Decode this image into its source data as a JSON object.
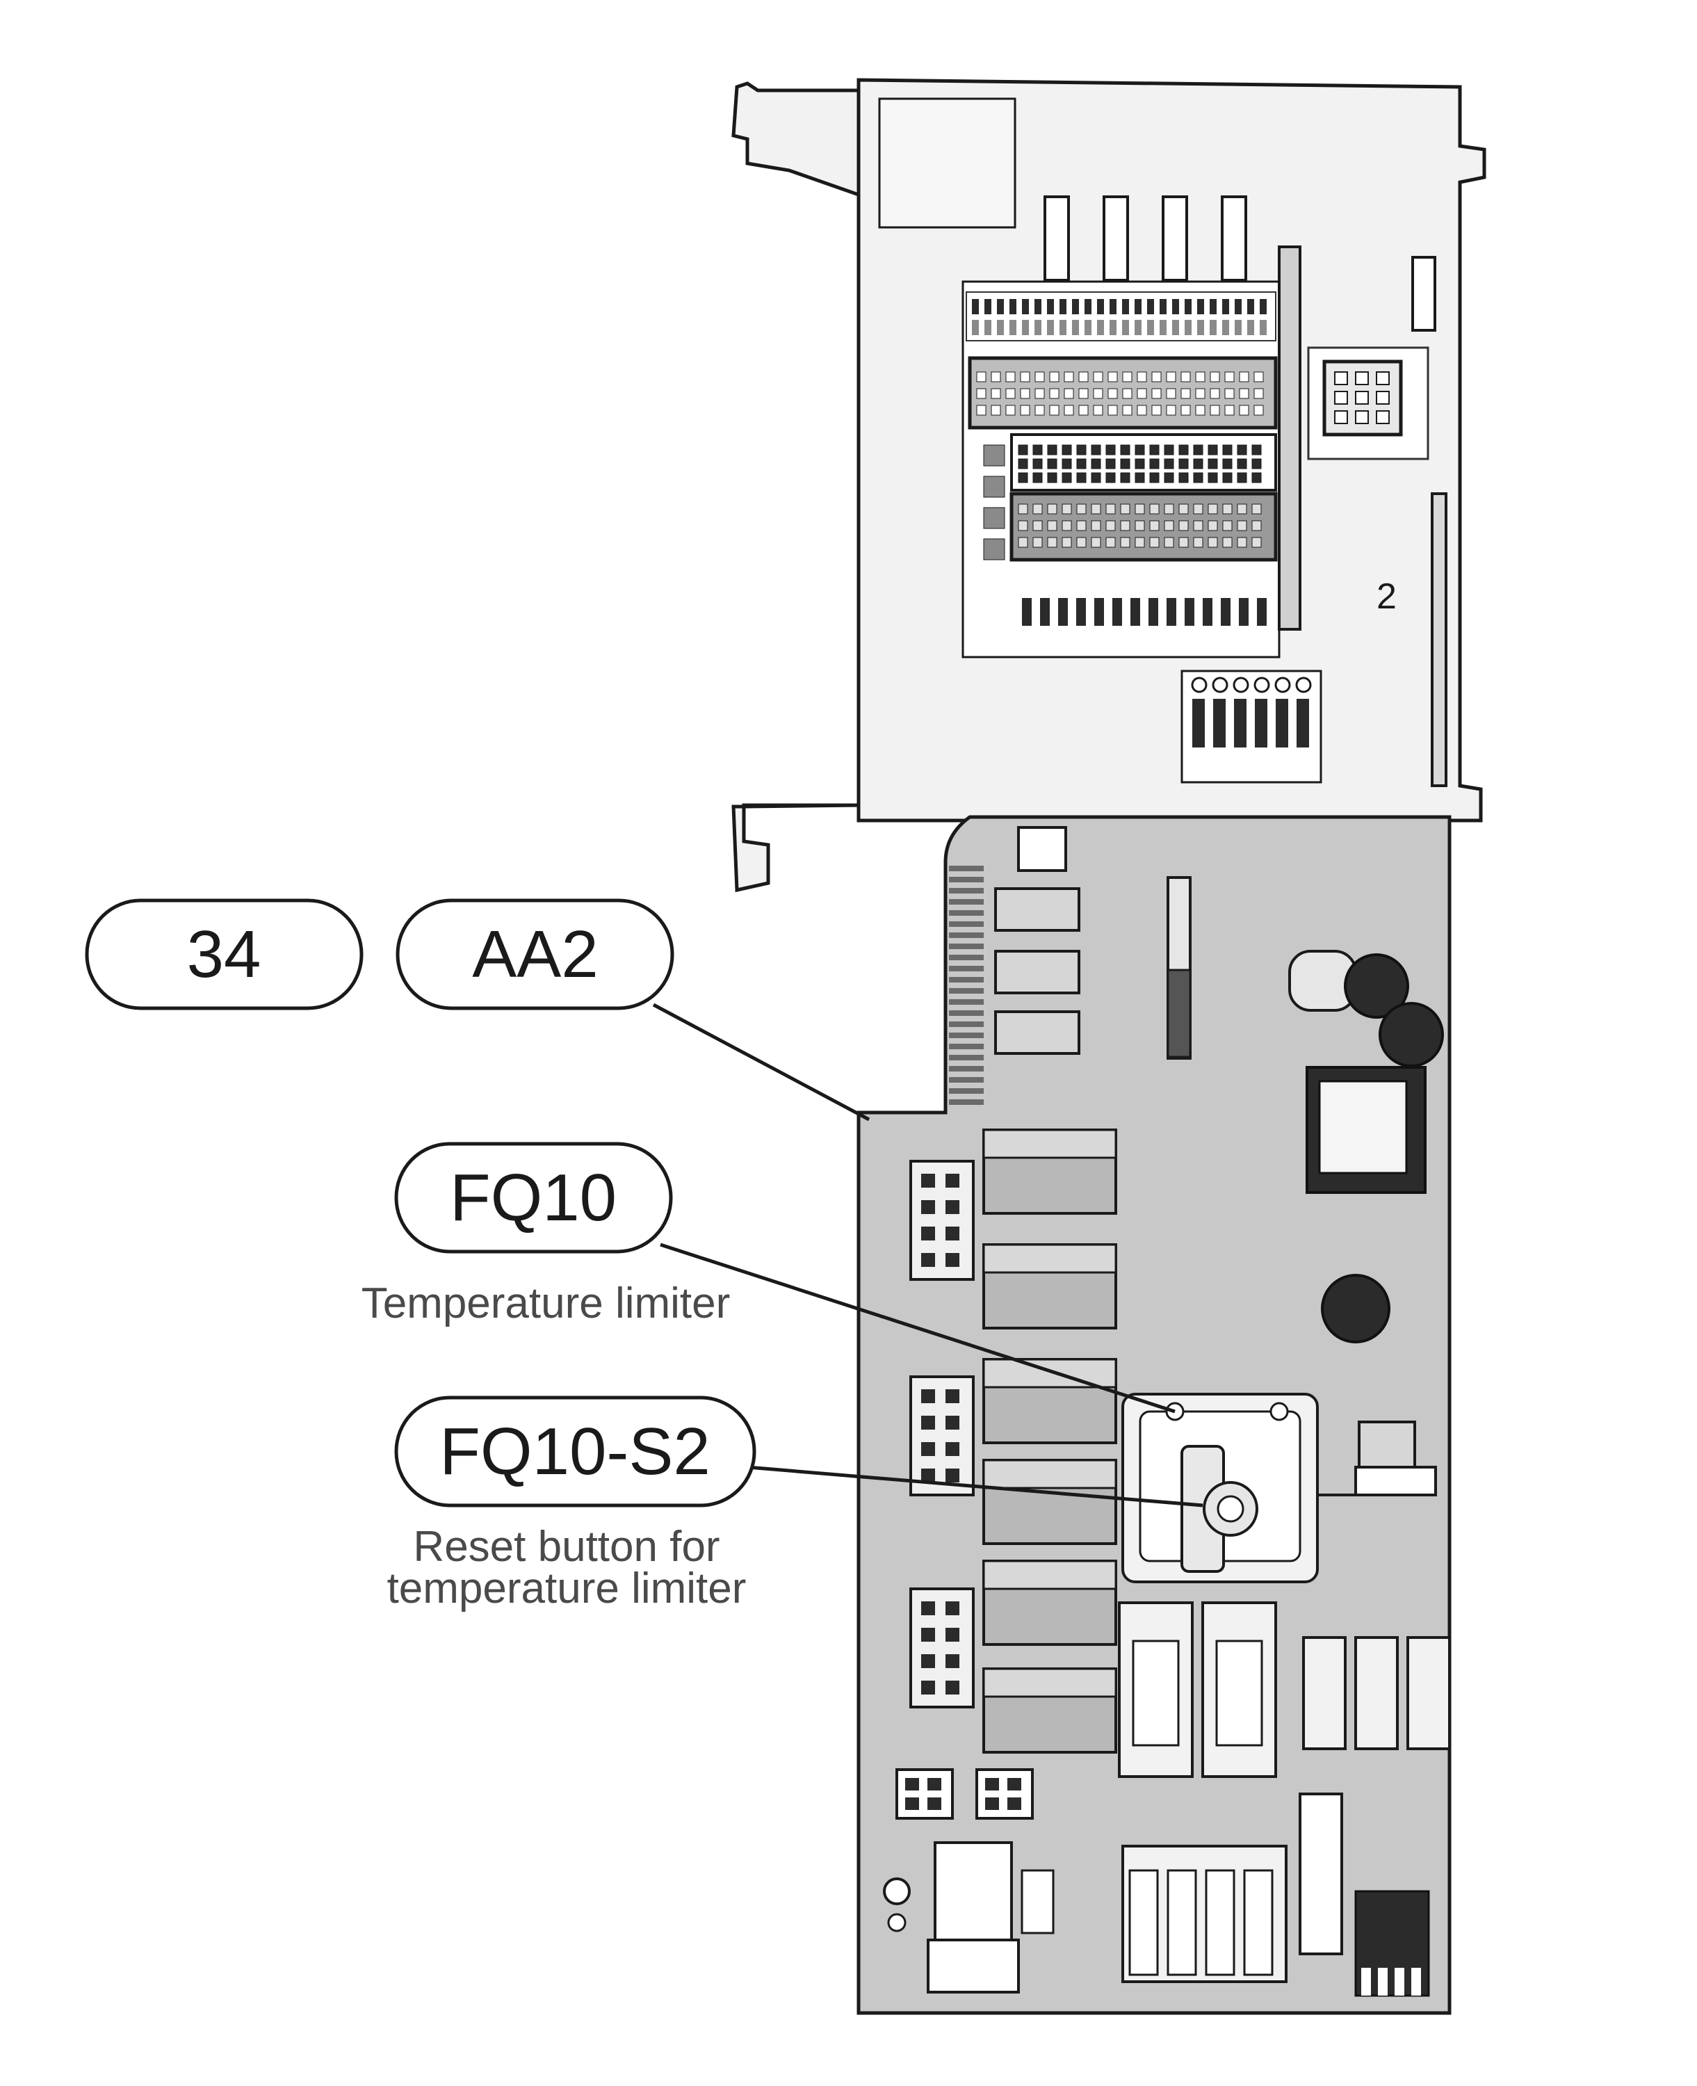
{
  "callouts": [
    {
      "id": "c34",
      "label": "34",
      "caption": []
    },
    {
      "id": "aa2",
      "label": "AA2",
      "caption": []
    },
    {
      "id": "fq10",
      "label": "FQ10",
      "caption": [
        "Temperature limiter"
      ]
    },
    {
      "id": "fq10s2",
      "label": "FQ10-S2",
      "caption": [
        "Reset button for",
        "temperature limiter"
      ]
    }
  ],
  "board_marking": "2",
  "colors": {
    "outline": "#1a1a1a",
    "upper_board": "#f2f2f2",
    "lower_board": "#c8c8c8",
    "component_dark": "#2b2b2b",
    "component_mid": "#8a8a8a",
    "caption_text": "#4a4a4a"
  }
}
